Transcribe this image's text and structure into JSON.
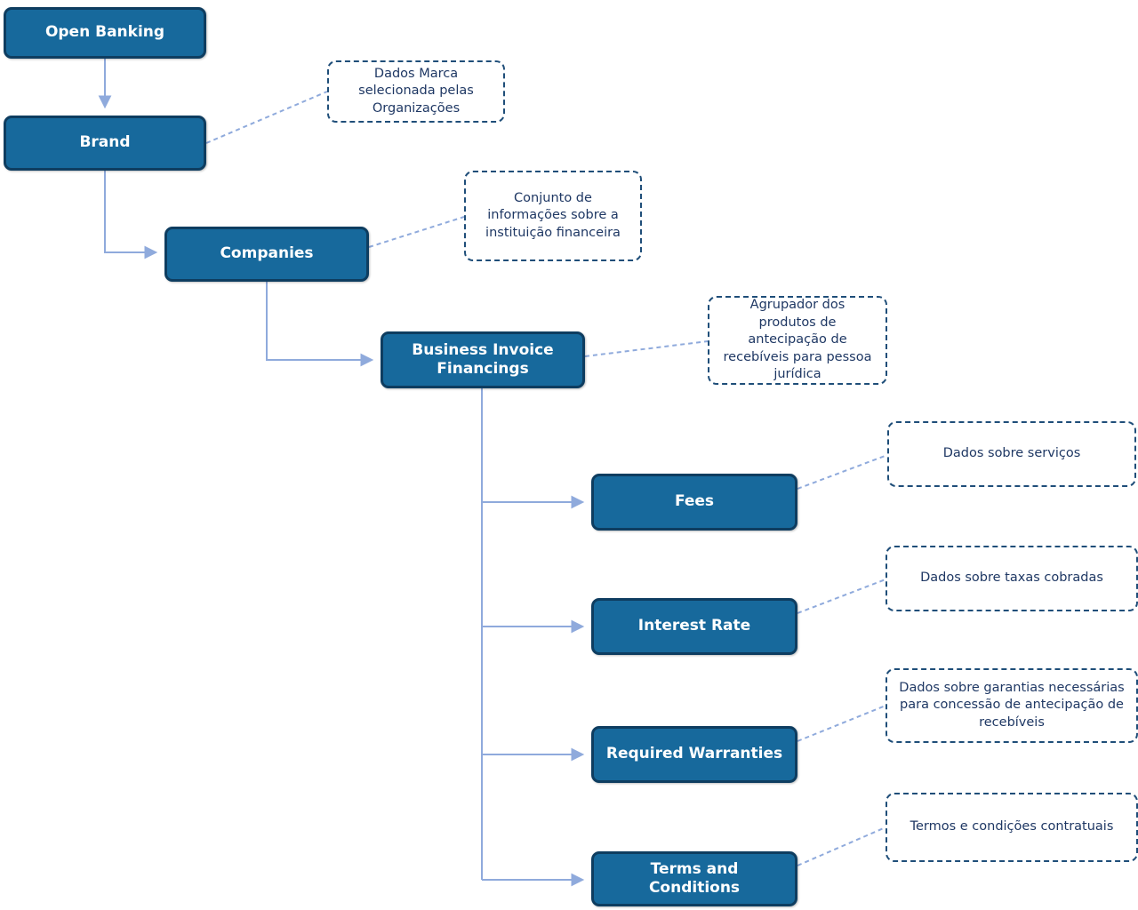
{
  "diagram": {
    "name": "Open Banking - Business Invoice Financings hierarchy",
    "colors": {
      "node_fill": "#17699C",
      "node_border": "#0E3D60",
      "node_text": "#FFFFFF",
      "annotation_border": "#1F4E79",
      "annotation_text": "#1F3864",
      "connector": "#8FAADC",
      "background": "#FFFFFF"
    },
    "nodes": {
      "open_banking": {
        "label": "Open Banking"
      },
      "brand": {
        "label": "Brand"
      },
      "companies": {
        "label": "Companies"
      },
      "business_invoice_financings": {
        "label": "Business Invoice Financings"
      },
      "fees": {
        "label": "Fees"
      },
      "interest_rate": {
        "label": "Interest Rate"
      },
      "required_warranties": {
        "label": "Required Warranties"
      },
      "terms_and_conditions": {
        "label": "Terms and Conditions"
      }
    },
    "annotations": {
      "brand": {
        "text": "Dados Marca selecionada pelas Organizações"
      },
      "companies": {
        "text": "Conjunto de informações sobre a instituição financeira"
      },
      "business_invoice_financings": {
        "text": "Agrupador dos produtos de antecipação de recebíveis para pessoa jurídica"
      },
      "fees": {
        "text": "Dados sobre serviços"
      },
      "interest_rate": {
        "text": "Dados sobre taxas cobradas"
      },
      "required_warranties": {
        "text": "Dados sobre garantias necessárias para concessão de antecipação de recebíveis"
      },
      "terms_and_conditions": {
        "text": "Termos e condições contratuais"
      }
    }
  }
}
